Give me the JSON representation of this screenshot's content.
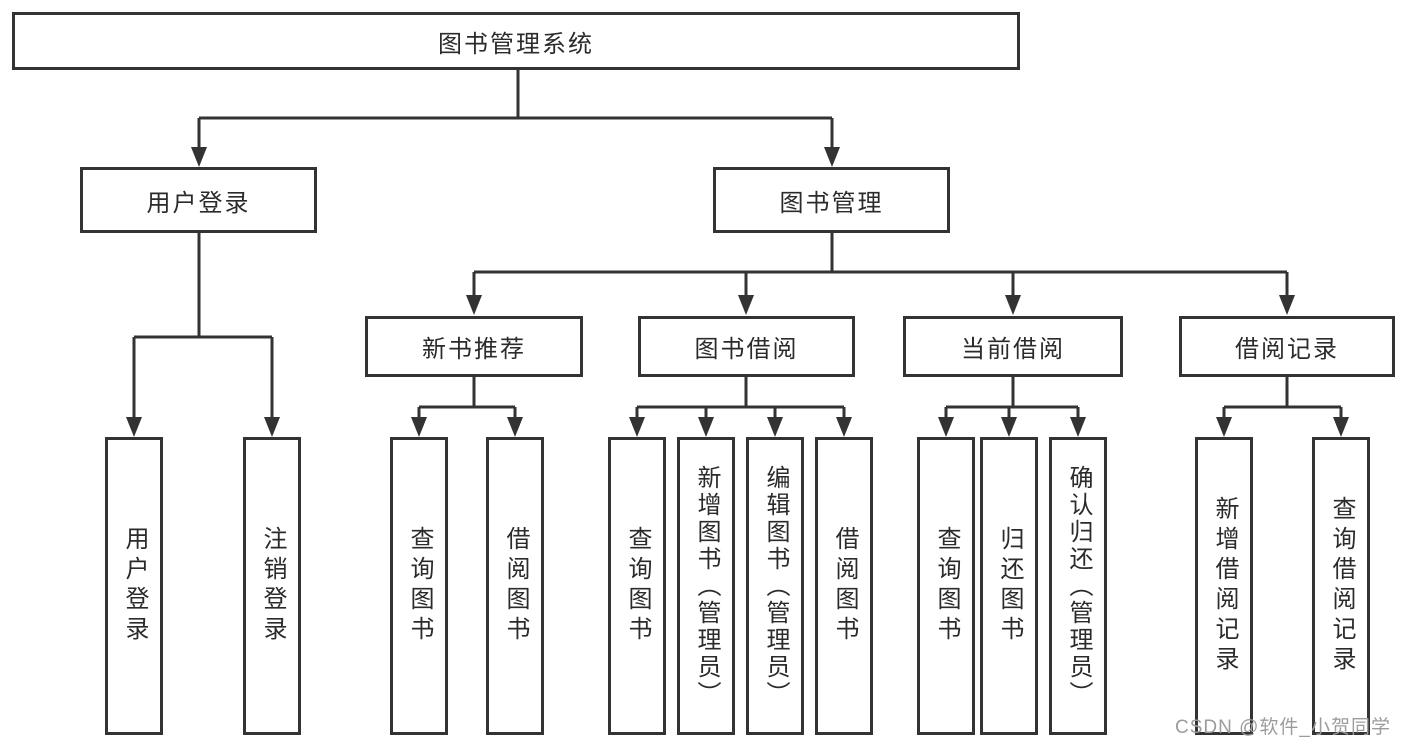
{
  "tree": {
    "root": {
      "label": "图书管理系统"
    },
    "level2": [
      {
        "label": "用户登录"
      },
      {
        "label": "图书管理"
      }
    ],
    "level3": [
      {
        "label": "新书推荐"
      },
      {
        "label": "图书借阅"
      },
      {
        "label": "当前借阅"
      },
      {
        "label": "借阅记录"
      }
    ],
    "leaves": {
      "user": [
        {
          "label": "用户登录"
        },
        {
          "label": "注销登录"
        }
      ],
      "recommend": [
        {
          "label": "查询图书"
        },
        {
          "label": "借阅图书"
        }
      ],
      "borrow": [
        {
          "label": "查询图书"
        },
        {
          "label": "新增图书（管理员）"
        },
        {
          "label": "编辑图书（管理员）"
        },
        {
          "label": "借阅图书"
        }
      ],
      "current": [
        {
          "label": "查询图书"
        },
        {
          "label": "归还图书"
        },
        {
          "label": "确认归还（管理员）"
        }
      ],
      "records": [
        {
          "label": "新增借阅记录"
        },
        {
          "label": "查询借阅记录"
        }
      ]
    }
  },
  "watermark": {
    "text": "CSDN @软件_小贺同学"
  },
  "colors": {
    "line": "#333333",
    "text": "#2b2b2b",
    "box_background": "#ffffff",
    "page_background": "#ffffff",
    "watermark": "#9c9c9c"
  }
}
